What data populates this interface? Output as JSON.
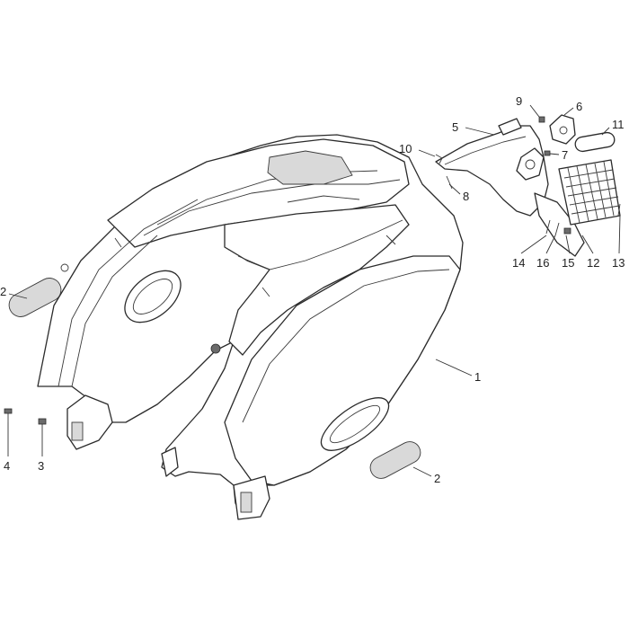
{
  "callouts": [
    {
      "id": "c1",
      "text": "1"
    },
    {
      "id": "c2a",
      "text": "2"
    },
    {
      "id": "c2b",
      "text": "2"
    },
    {
      "id": "c3",
      "text": "3"
    },
    {
      "id": "c4",
      "text": "4"
    },
    {
      "id": "c5",
      "text": "5"
    },
    {
      "id": "c6",
      "text": "6"
    },
    {
      "id": "c7",
      "text": "7"
    },
    {
      "id": "c8",
      "text": "8"
    },
    {
      "id": "c9",
      "text": "9"
    },
    {
      "id": "c10",
      "text": "10"
    },
    {
      "id": "c11",
      "text": "11"
    },
    {
      "id": "c12",
      "text": "12"
    },
    {
      "id": "c13",
      "text": "13"
    },
    {
      "id": "c14",
      "text": "14"
    },
    {
      "id": "c15",
      "text": "15"
    },
    {
      "id": "c16",
      "text": "16"
    }
  ]
}
